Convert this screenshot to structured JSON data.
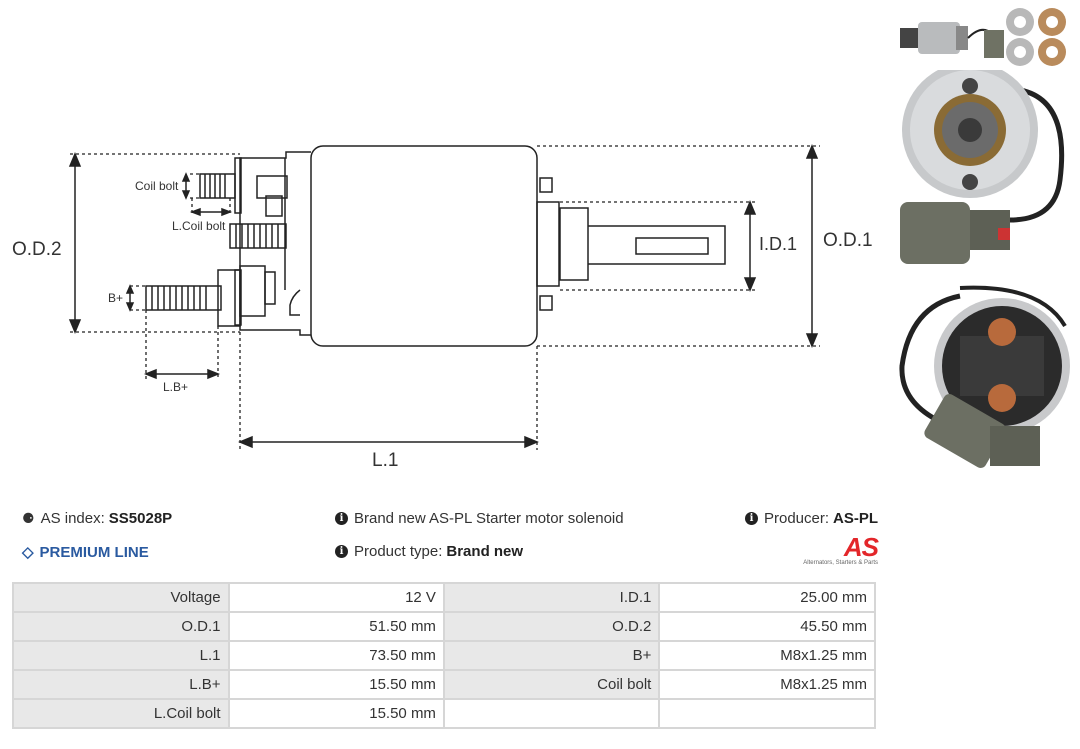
{
  "diagram": {
    "labels": {
      "od2": "O.D.2",
      "od1": "O.D.1",
      "id1": "I.D.1",
      "l1": "L.1",
      "coil_bolt": "Coil bolt",
      "l_coil_bolt": "L.Coil bolt",
      "b_plus": "B+",
      "l_b_plus": "L.B+"
    }
  },
  "info": {
    "as_index_label": "AS index:",
    "as_index_value": "SS5028P",
    "premium": "PREMIUM LINE",
    "description": "Brand new AS-PL Starter motor solenoid",
    "product_type_label": "Product type:",
    "product_type_value": "Brand new",
    "producer_label": "Producer:",
    "producer_value": "AS-PL",
    "logo_text": "AS",
    "logo_tagline": "Alternators, Starters & Parts"
  },
  "specs": [
    {
      "k1": "Voltage",
      "v1": "12 V",
      "k2": "I.D.1",
      "v2": "25.00 mm"
    },
    {
      "k1": "O.D.1",
      "v1": "51.50 mm",
      "k2": "O.D.2",
      "v2": "45.50 mm"
    },
    {
      "k1": "L.1",
      "v1": "73.50 mm",
      "k2": "B+",
      "v2": "M8x1.25 mm"
    },
    {
      "k1": "L.B+",
      "v1": "15.50 mm",
      "k2": "Coil bolt",
      "v2": "M8x1.25 mm"
    },
    {
      "k1": "L.Coil bolt",
      "v1": "15.50 mm",
      "k2": "",
      "v2": ""
    }
  ],
  "colors": {
    "premium_blue": "#2a5aa0",
    "logo_red": "#e3262a",
    "table_key_bg": "#e8e8e8",
    "table_border": "#d6d6d6"
  }
}
